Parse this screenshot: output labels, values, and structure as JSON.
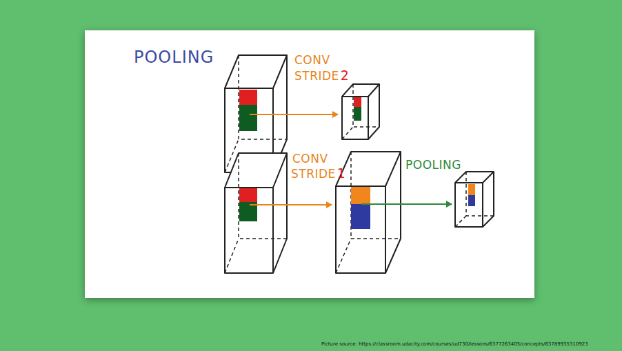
{
  "diagram": {
    "title": "POOLING",
    "caption": "Picture source: https://classroom.udacity.com/courses/ud730/lessons/6377263405/concepts/63789935310923",
    "labels": [
      "CONV",
      "STRIDE",
      "2",
      "CONV",
      "STRIDE",
      "1",
      "POOLING"
    ]
  }
}
